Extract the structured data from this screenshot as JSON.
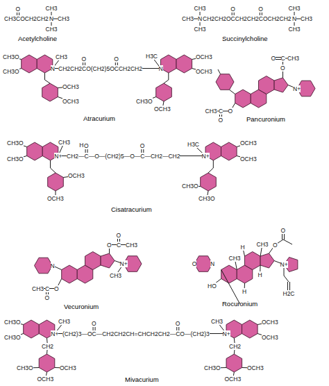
{
  "diagram": {
    "labels": [
      "CH3COCH2CH2",
      "N",
      "CH3",
      "CH3",
      "CH3",
      "O",
      "Acetylcholine",
      "CH3",
      "N",
      "CH2CH2OCCH2CH2COCH2CH2",
      "N",
      "CH3",
      "CH3",
      "CH3",
      "CH3",
      "CH3",
      "O",
      "O",
      "Succinylcholine",
      "CH3O",
      "CH3O",
      "N",
      "CH3",
      "CH2CH2CO(CH2)5OCCH2CH2",
      "O",
      "O",
      "H3C",
      "N",
      "OCH3",
      "OCH3",
      "OCH3",
      "OCH3",
      "CH3O",
      "OCH3",
      "Atracurium",
      "O",
      "C",
      "CH3",
      "O",
      "N+",
      "O",
      "C",
      "CH3",
      "O",
      "Pancuronium",
      "CH3O",
      "CH3O",
      "N+",
      "CH3",
      "CH2—C—O—(CH2)5—O—C—CH2—CH2",
      "H",
      "O",
      "O",
      "N+",
      "H3C",
      "OCH3",
      "OCH3",
      "OCH3",
      "OCH3",
      "CH3O",
      "CH3O",
      "Cisatracurium",
      "N",
      "O",
      "C",
      "CH3",
      "O",
      "N+",
      "CH3",
      "O",
      "C",
      "CH3",
      "O",
      "Vecuronium",
      "O",
      "N",
      "CH3",
      "CH3",
      "O",
      "O",
      "H",
      "H",
      "H",
      "HO",
      "N+",
      "H2C",
      "Rocuronium",
      "CH3O",
      "CH3O",
      "N+",
      "CH3",
      "(CH2)3—OC—CH2CH2CH=CHCH2CH2—CO—(CH2)3",
      "O",
      "O",
      "N+",
      "CH3",
      "OCH3",
      "OCH3",
      "CH2",
      "CH3O",
      "OCH3",
      "OCH3",
      "CH2",
      "CH3O",
      "OCH3",
      "OCH3",
      "Mivacurium"
    ]
  }
}
